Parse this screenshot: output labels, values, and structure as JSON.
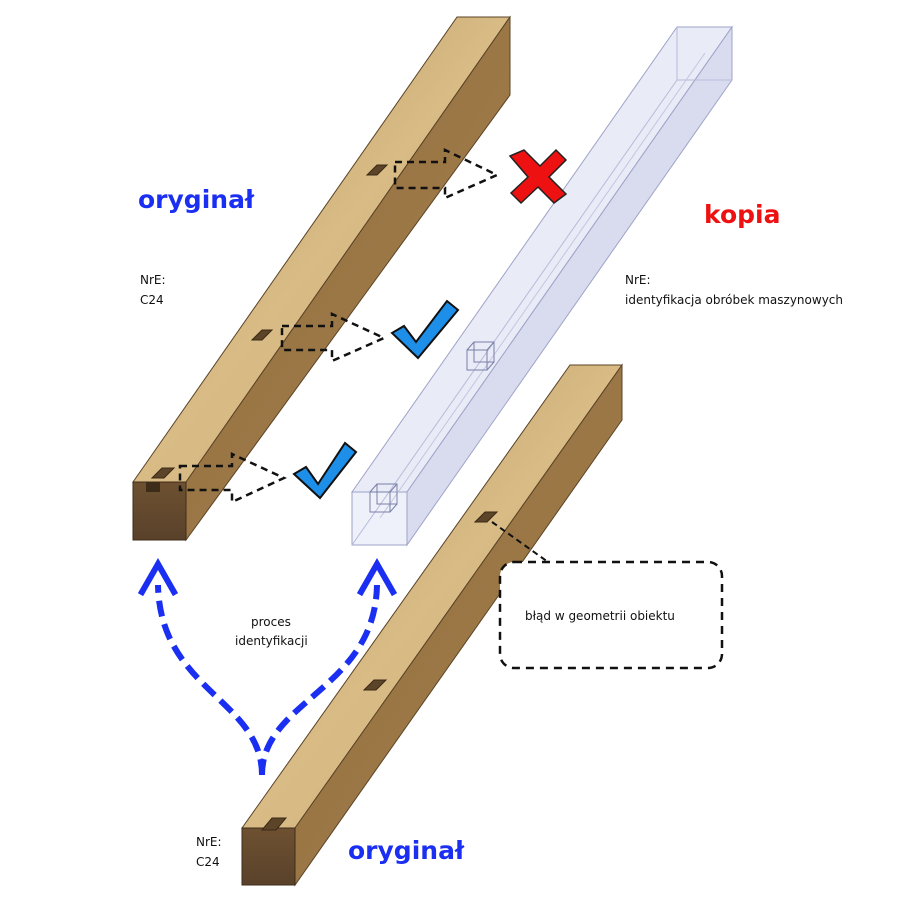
{
  "labels": {
    "original_top": "oryginał",
    "copy": "kopia",
    "original_bottom": "oryginał",
    "nre_top_title": "NrE:",
    "nre_top_value": "C24",
    "nre_copy_title": "NrE:",
    "nre_copy_value": "identyfikacja obróbek maszynowych",
    "process_line1": "proces",
    "process_line2": "identyfikacji",
    "error_note": "błąd w geometrii obiektu",
    "nre_bottom_title": "NrE:",
    "nre_bottom_value": "C24"
  },
  "colors": {
    "original_label": "#1a2ff2",
    "copy_label": "#ee1111",
    "wood_light": "#c9a66b",
    "wood_dark": "#8a6a3f",
    "copy_fill": "#e7e9f6",
    "check": "#1e8fe8",
    "cross": "#ee1111",
    "process_arrow": "#1a2ff2"
  },
  "icons": [
    "cross-icon",
    "check-icon",
    "check-icon",
    "dashed-arrow-icon",
    "curved-dashed-arrow-icon"
  ]
}
